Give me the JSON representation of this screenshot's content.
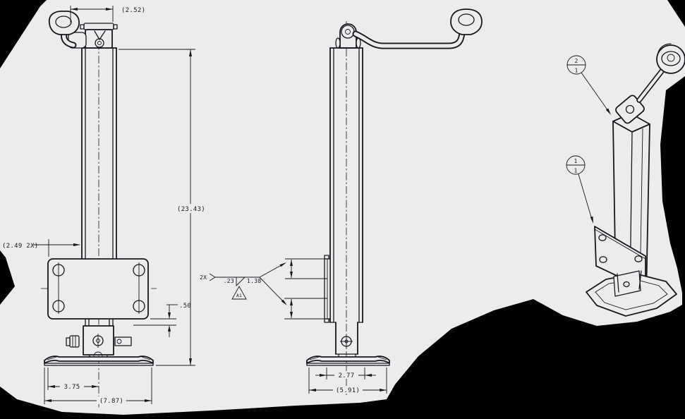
{
  "colors": {
    "background": "#000000",
    "paper": "#ececec",
    "line": "#17171f"
  },
  "front_view": {
    "dim_handle_width": "(2.52)",
    "dim_overall_height": "(23.43)",
    "dim_hole_spacing": "(2.49 2X)",
    "dim_plate_to_leg": ".50",
    "dim_foot_center": "3.75",
    "dim_foot_overall": "(7.87)"
  },
  "side_view": {
    "dim_leg_width": "2.77",
    "dim_foot_overall": "(5.91)",
    "weld": {
      "qty": "2X",
      "size": ".23",
      "length": "1.38",
      "flag": "A1"
    }
  },
  "iso_view": {
    "balloon_top": {
      "item": "2",
      "qty": "1"
    },
    "balloon_bottom": {
      "item": "1",
      "qty": "1"
    }
  }
}
